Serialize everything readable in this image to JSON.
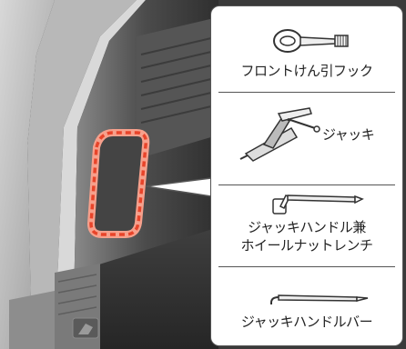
{
  "callout": {
    "items": [
      {
        "icon": "tow-hook-icon",
        "lines": [
          "フロントけん引フック"
        ]
      },
      {
        "icon": "jack-icon",
        "lines": [
          "ジャッキ"
        ]
      },
      {
        "icon": "lug-wrench-icon",
        "lines": [
          "ジャッキハンドル兼",
          "ホイールナットレンチ"
        ]
      },
      {
        "icon": "jack-handle-bar-icon",
        "lines": [
          "ジャッキハンドルバー"
        ]
      }
    ]
  },
  "colors": {
    "highlight": "#e8442a",
    "highlight_glow": "#f6a08c",
    "panel_border": "#555555",
    "trunk_dark": "#3a3a3a",
    "trunk_mid": "#6b6b6b",
    "trunk_light": "#bdbdbd"
  }
}
